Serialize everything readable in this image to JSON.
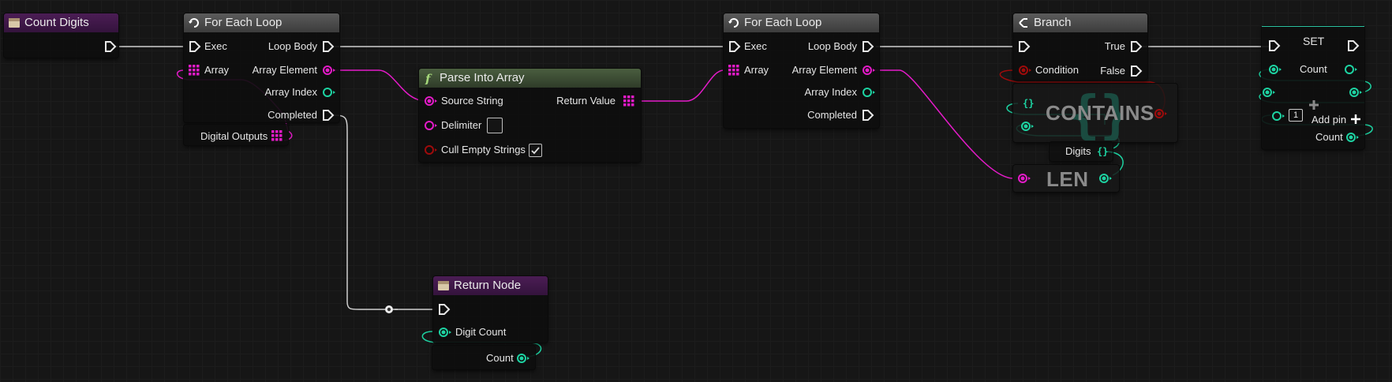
{
  "colors": {
    "exec": "#e8e8e8",
    "array_pink": "#e41bc8",
    "integer_teal": "#1dd3a2",
    "bool_red": "#9e0b0b",
    "background": "#161616"
  },
  "count_digits": {
    "title": "Count Digits"
  },
  "foreach1": {
    "title": "For Each Loop",
    "exec": "Exec",
    "array": "Array",
    "loop_body": "Loop Body",
    "array_element": "Array Element",
    "array_index": "Array Index",
    "completed": "Completed"
  },
  "digital_outputs": {
    "label": "Digital Outputs"
  },
  "parse": {
    "title": "Parse Into Array",
    "source_string": "Source String",
    "delimiter": "Delimiter",
    "cull_empty": "Cull Empty Strings",
    "cull_empty_checked": true,
    "return_value": "Return Value"
  },
  "foreach2": {
    "title": "For Each Loop",
    "exec": "Exec",
    "array": "Array",
    "loop_body": "Loop Body",
    "array_element": "Array Element",
    "array_index": "Array Index",
    "completed": "Completed"
  },
  "branch": {
    "title": "Branch",
    "condition": "Condition",
    "true_label": "True",
    "false_label": "False"
  },
  "contains": {
    "label": "CONTAINS"
  },
  "digits": {
    "label": "Digits"
  },
  "len": {
    "label": "LEN"
  },
  "set": {
    "title": "SET",
    "count": "Count",
    "add_pin": "Add pin",
    "add_value": "1",
    "count_out": "Count"
  },
  "return_node": {
    "title": "Return Node",
    "digit_count": "Digit Count",
    "count": "Count"
  }
}
